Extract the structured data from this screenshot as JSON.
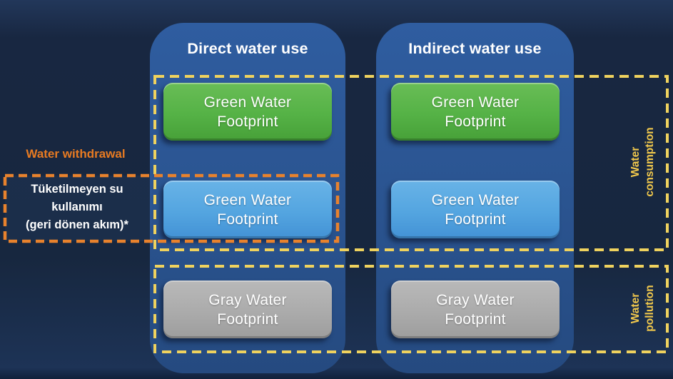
{
  "diagram": {
    "columns": [
      {
        "title": "Direct water use",
        "boxes": [
          {
            "line1": "Green Water",
            "line2": "Footprint"
          },
          {
            "line1": "Green Water",
            "line2": "Footprint"
          },
          {
            "line1": "Gray Water",
            "line2": "Footprint"
          }
        ]
      },
      {
        "title": "Indirect water use",
        "boxes": [
          {
            "line1": "Green Water",
            "line2": "Footprint"
          },
          {
            "line1": "Green Water",
            "line2": "Footprint"
          },
          {
            "line1": "Gray Water",
            "line2": "Footprint"
          }
        ]
      }
    ],
    "left_labels": {
      "water_withdrawal": "Water withdrawal",
      "note_line1": "Tüketilmeyen su",
      "note_line2": "kullanımı",
      "note_line3": "(geri dönen akım)*"
    },
    "right_labels": {
      "consumption_line1": "Water",
      "consumption_line2": "consumption",
      "pollution_line1": "Water",
      "pollution_line2": "pollution"
    },
    "colors": {
      "background": "#1A2A46",
      "column_fill": "#2B5592",
      "green_box": "#55B246",
      "blue_box": "#54A5E0",
      "gray_box": "#ABABAB",
      "yellow_dash": "#EFD25E",
      "orange_dash": "#E8822D",
      "orange_text": "#E87B22",
      "yellow_text": "#F2C94C",
      "white_text": "#FFFFFF"
    }
  }
}
